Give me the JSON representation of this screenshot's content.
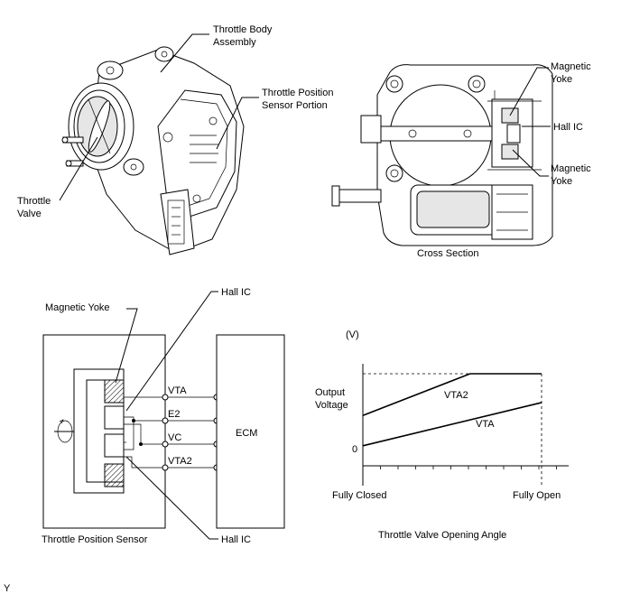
{
  "labels": {
    "throttle_body_assembly": [
      "Throttle Body",
      "Assembly"
    ],
    "throttle_position_sensor_portion": [
      "Throttle Position",
      "Sensor Portion"
    ],
    "throttle_valve": [
      "Throttle",
      "Valve"
    ],
    "magnetic_yoke_top": [
      "Magnetic",
      "Yoke"
    ],
    "hall_ic_right": "Hall IC",
    "magnetic_yoke_bottom": [
      "Magnetic",
      "Yoke"
    ],
    "cross_section": "Cross Section"
  },
  "circuit": {
    "magnetic_yoke": "Magnetic Yoke",
    "hall_ic_top": "Hall IC",
    "hall_ic_bottom": "Hall IC",
    "terminals": [
      "VTA",
      "E2",
      "VC",
      "VTA2"
    ],
    "ecm": "ECM",
    "sensor_caption": "Throttle Position Sensor"
  },
  "chart_data": {
    "type": "line",
    "unit_label": "(V)",
    "ylabel": [
      "Output",
      "Voltage"
    ],
    "y_zero_label": "0",
    "x_start_label": "Fully Closed",
    "x_end_label": "Fully Open",
    "xlabel": "Throttle Valve Opening Angle",
    "series": [
      {
        "name": "VTA2",
        "x": [
          0,
          0.6,
          1.0
        ],
        "y": [
          0.45,
          1.0,
          1.0
        ]
      },
      {
        "name": "VTA",
        "x": [
          0,
          1.0
        ],
        "y": [
          0.05,
          0.62
        ]
      }
    ]
  },
  "corner_mark": "Y"
}
